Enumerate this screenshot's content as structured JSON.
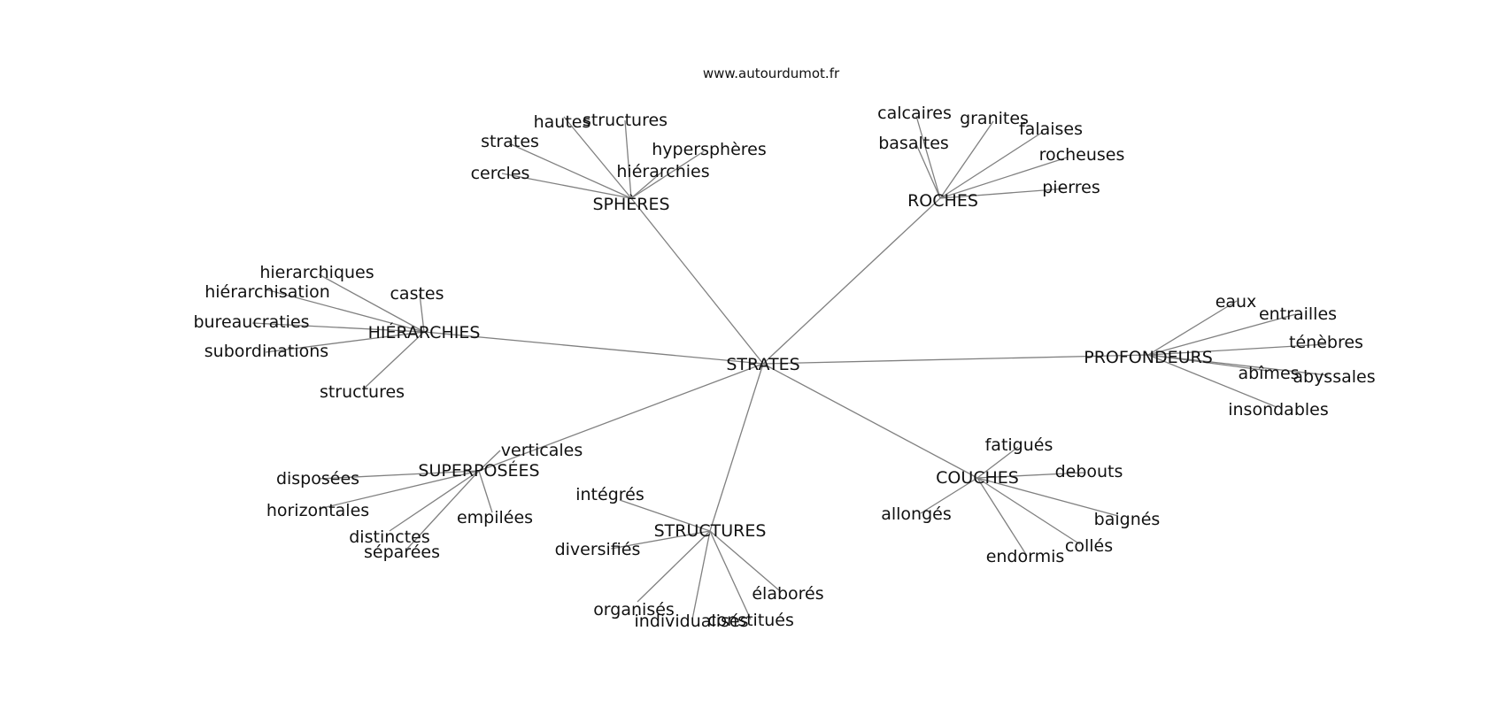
{
  "source": "www.autourdumot.fr",
  "graph": {
    "center": "STRATES",
    "clusters": [
      {
        "hub": "SPHÈRES",
        "words": [
          "hautes",
          "structures",
          "strates",
          "hypersphères",
          "hiérarchies",
          "cercles"
        ]
      },
      {
        "hub": "ROCHES",
        "words": [
          "calcaires",
          "granites",
          "falaises",
          "basaltes",
          "rocheuses",
          "pierres"
        ]
      },
      {
        "hub": "HIÉRARCHIES",
        "words": [
          "hierarchiques",
          "hiérarchisation",
          "castes",
          "bureaucraties",
          "subordinations",
          "structures"
        ]
      },
      {
        "hub": "PROFONDEURS",
        "words": [
          "eaux",
          "entrailles",
          "ténèbres",
          "abîmes",
          "abyssales",
          "insondables"
        ]
      },
      {
        "hub": "SUPERPOSÉES",
        "words": [
          "verticales",
          "disposées",
          "horizontales",
          "empilées",
          "distinctes",
          "séparées"
        ]
      },
      {
        "hub": "STRUCTURES",
        "words": [
          "intégrés",
          "diversifiés",
          "élaborés",
          "organisés",
          "individualisés",
          "constitués"
        ]
      },
      {
        "hub": "COUCHES",
        "words": [
          "fatigués",
          "debouts",
          "allongés",
          "baignés",
          "collés",
          "endormis"
        ]
      }
    ]
  }
}
